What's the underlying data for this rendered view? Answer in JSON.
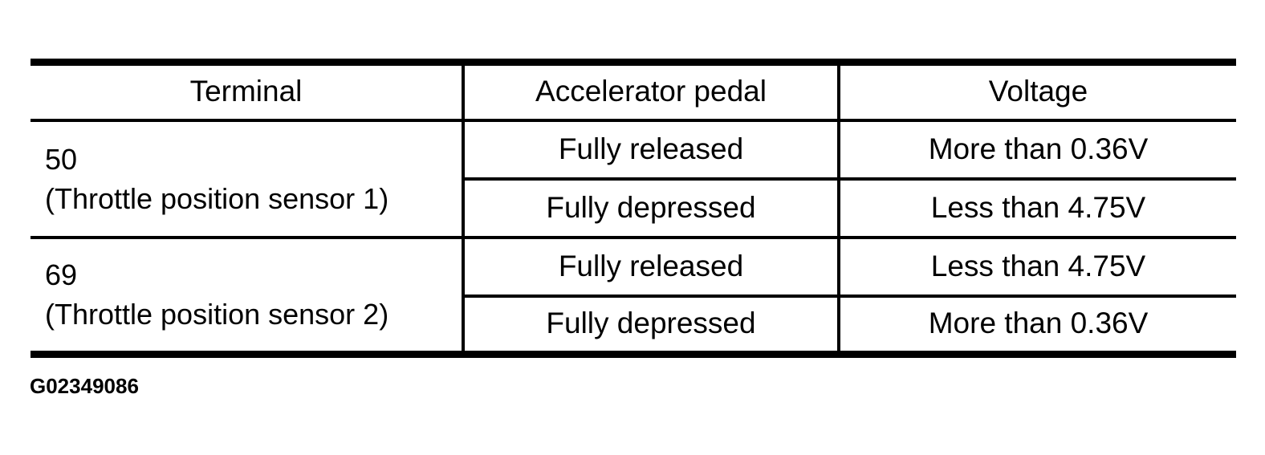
{
  "table": {
    "headers": [
      "Terminal",
      "Accelerator pedal",
      "Voltage"
    ],
    "rows": [
      {
        "terminal": "50",
        "terminal_desc": "(Throttle position sensor 1)",
        "conditions": [
          {
            "pedal": "Fully released",
            "voltage": "More than 0.36V"
          },
          {
            "pedal": "Fully depressed",
            "voltage": "Less than 4.75V"
          }
        ]
      },
      {
        "terminal": "69",
        "terminal_desc": "(Throttle position sensor 2)",
        "conditions": [
          {
            "pedal": "Fully released",
            "voltage": "Less than 4.75V"
          },
          {
            "pedal": "Fully depressed",
            "voltage": "More than 0.36V"
          }
        ]
      }
    ]
  },
  "figure_id": "G02349086",
  "colors": {
    "line": "#000000",
    "text": "#000000",
    "page_background": "#ffffff"
  }
}
